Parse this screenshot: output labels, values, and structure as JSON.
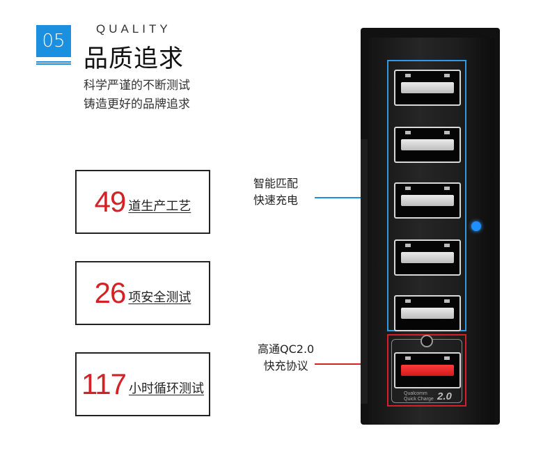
{
  "header": {
    "number": "05",
    "title_en": "QUALITY",
    "title_cn": "品质追求",
    "desc_lines": [
      "科学严谨的不断测试",
      "铸造更好的品牌追求"
    ]
  },
  "stats": [
    {
      "number": "49",
      "label": "道生产工艺"
    },
    {
      "number": "26",
      "label": "项安全测试"
    },
    {
      "number": "117",
      "label": "小时循环测试"
    }
  ],
  "callouts": {
    "smart": {
      "line1": "智能匹配",
      "line2": "快速充电"
    },
    "qc": {
      "line1": "高通QC2.0",
      "line2": "快充协议"
    }
  },
  "device": {
    "qc_brand": "Qualcomm",
    "qc_sub": "Quick Charge",
    "qc_version": "2.0"
  },
  "colors": {
    "accent_blue": "#1b8fe0",
    "accent_red": "#d42126"
  }
}
